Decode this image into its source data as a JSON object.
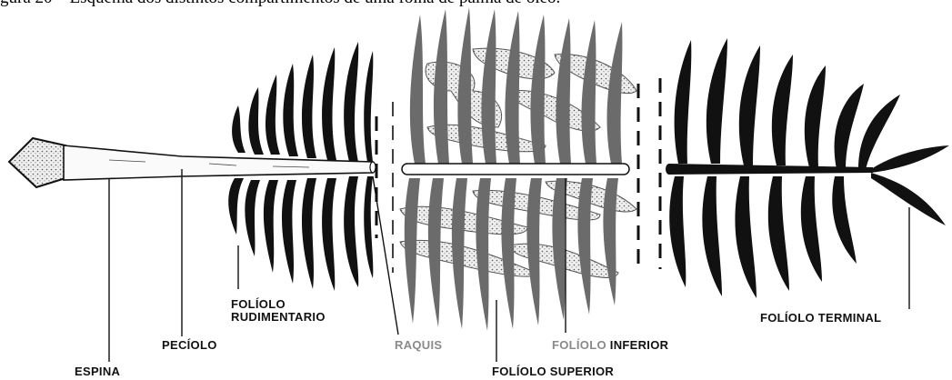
{
  "caption": "gura 20 – Esquema dos distintos compartimentos de uma folha de palma de óleo.",
  "labels": {
    "espina": "ESPINA",
    "peciolo": "PECÍOLO",
    "foliolo_rudimentario_1": "FOLÍOLO",
    "foliolo_rudimentario_2": "RUDIMENTARIO",
    "raquis": "RAQUIS",
    "foliolo_superior": "FOLÍOLO SUPERIOR",
    "foliolo_inferior_a": "FOLÍOLO",
    "foliolo_inferior_b": "INFERIOR",
    "foliolo_terminal": "FOLÍOLO TERMINAL"
  },
  "colors": {
    "ink": "#111111",
    "leaflet_grey": "#6b6b6b",
    "stipple": "#d9d9d9",
    "label_grey": "#8a8a8a"
  }
}
